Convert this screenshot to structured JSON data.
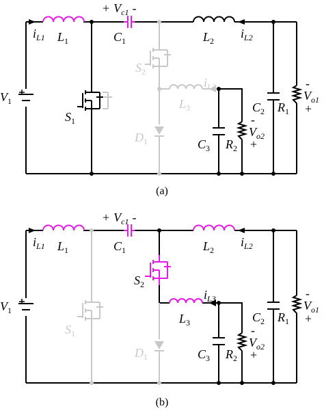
{
  "panel_a": {
    "caption": "(a)",
    "V1": {
      "main": "V",
      "sub": "1"
    },
    "L1": {
      "main": "L",
      "sub": "1"
    },
    "iL1": {
      "main": "i",
      "sub": "L1"
    },
    "C1": {
      "main": "C",
      "sub": "1"
    },
    "Vc1": {
      "plus": "+",
      "main": "V",
      "sub": "c1",
      "minus": "-"
    },
    "L2": {
      "main": "L",
      "sub": "2"
    },
    "iL2": {
      "main": "i",
      "sub": "L2"
    },
    "S1": {
      "main": "S",
      "sub": "1"
    },
    "S2": {
      "main": "S",
      "sub": "2"
    },
    "L3": {
      "main": "L",
      "sub": "3"
    },
    "iL3": {
      "main": "i",
      "sub": "L3"
    },
    "D1": {
      "main": "D",
      "sub": "1"
    },
    "C2": {
      "main": "C",
      "sub": "2"
    },
    "R1": {
      "main": "R",
      "sub": "1"
    },
    "C3": {
      "main": "C",
      "sub": "3"
    },
    "R2": {
      "main": "R",
      "sub": "2"
    },
    "Vo1": {
      "minus": "-",
      "main": "V",
      "sub": "o1",
      "plus": "+"
    },
    "Vo2": {
      "minus": "-",
      "main": "V",
      "sub": "o2",
      "plus": "+"
    }
  },
  "panel_b": {
    "caption": "(b)",
    "V1": {
      "main": "V",
      "sub": "1"
    },
    "L1": {
      "main": "L",
      "sub": "1"
    },
    "iL1": {
      "main": "i",
      "sub": "L1"
    },
    "C1": {
      "main": "C",
      "sub": "1"
    },
    "Vc1": {
      "plus": "+",
      "main": "V",
      "sub": "c1",
      "minus": "-"
    },
    "L2": {
      "main": "L",
      "sub": "2"
    },
    "iL2": {
      "main": "i",
      "sub": "L2"
    },
    "S1": {
      "main": "S",
      "sub": "1"
    },
    "S2": {
      "main": "S",
      "sub": "2"
    },
    "L3": {
      "main": "L",
      "sub": "3"
    },
    "iL3": {
      "main": "i",
      "sub": "L3"
    },
    "D1": {
      "main": "D",
      "sub": "1"
    },
    "C2": {
      "main": "C",
      "sub": "2"
    },
    "R1": {
      "main": "R",
      "sub": "1"
    },
    "C3": {
      "main": "C",
      "sub": "3"
    },
    "R2": {
      "main": "R",
      "sub": "2"
    },
    "Vo1": {
      "minus": "-",
      "main": "V",
      "sub": "o1",
      "plus": "+"
    },
    "Vo2": {
      "minus": "-",
      "main": "V",
      "sub": "o2",
      "plus": "+"
    }
  }
}
